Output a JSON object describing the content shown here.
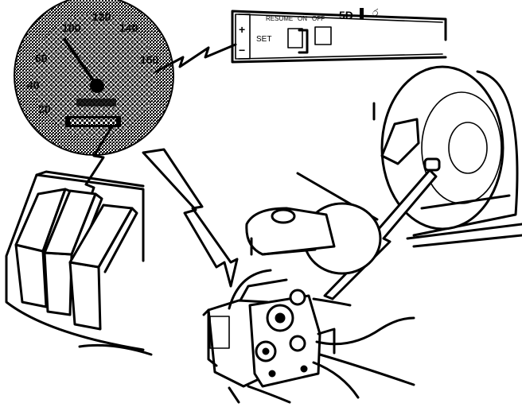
{
  "cruise_switch": {
    "resume_label": "RESUME",
    "on_label": "ON",
    "off_label": "OFF",
    "set_label": "SET",
    "plus_label": "+",
    "minus_label": "−"
  },
  "speedometer": {
    "tick_labels": [
      "100",
      "120",
      "140",
      "60",
      "160",
      "40",
      "20"
    ]
  },
  "colors": {
    "ink": "#000000",
    "paper": "#ffffff",
    "gauge_halftone": "#7a7a7a"
  }
}
